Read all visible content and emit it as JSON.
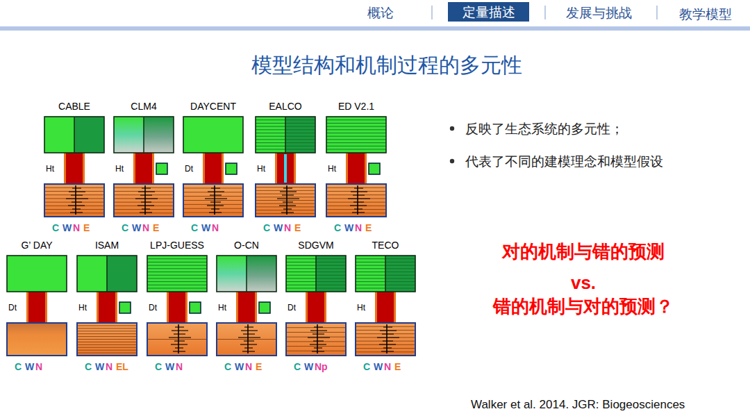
{
  "diagram": {
    "title": "模型结构和机制过程的多元性",
    "caption": "Walker et al. 2014. JGR: Biogeosciences",
    "nodes": [
      {
        "text": [
          "定量描述"
        ]
      },
      {
        "text": [
          "CABLE",
          "Ht",
          "C",
          "W",
          "N",
          "E"
        ]
      },
      {
        "text": [
          "CLM4",
          "Ht",
          "C",
          "W",
          "N",
          "E"
        ]
      },
      {
        "text": [
          "DAYCENT",
          "Dt",
          "C",
          "W",
          "N"
        ]
      },
      {
        "text": [
          "EALCO",
          "Ht",
          "C",
          "W",
          "N",
          "E"
        ]
      },
      {
        "text": [
          "ED V2.1",
          "Ht",
          "C",
          "W",
          "N",
          "E"
        ]
      },
      {
        "text": [
          "G’ DAY",
          "Dt",
          "C",
          "W",
          "N"
        ]
      },
      {
        "text": [
          "ISAM",
          "Ht",
          "C",
          "W",
          "N",
          "EL"
        ]
      },
      {
        "text": [
          "LPJ-GUESS",
          "Dt",
          "C",
          "W",
          "N"
        ]
      },
      {
        "text": [
          "O-CN",
          "Ht",
          "C",
          "W",
          "N",
          "E"
        ]
      },
      {
        "text": [
          "SDGVM",
          "Dt",
          "C",
          "W",
          "Np"
        ]
      },
      {
        "text": [
          "TECO",
          "Ht",
          "C",
          "W",
          "N",
          "E"
        ]
      }
    ],
    "labels": [
      "概论",
      "发展与挑战",
      "教学模型",
      "反映了生态系统的多元性；",
      "代表了不同的建模理念和模型假设",
      "对的机制与错的预测",
      "vs.",
      "错的机制与对的预测？"
    ]
  }
}
